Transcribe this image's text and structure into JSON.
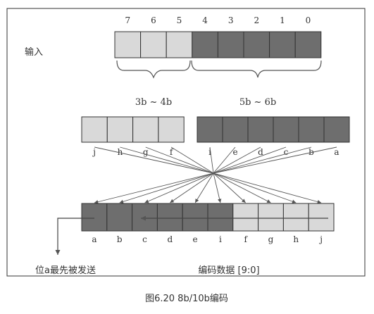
{
  "input_label": "输入",
  "input_bit_numbers": [
    "7",
    "6",
    "5",
    "4",
    "3",
    "2",
    "1",
    "0"
  ],
  "group_label_left": "3b ~ 4b",
  "group_label_right": "5b ~ 6b",
  "middle_bit_letters_left": [
    "j",
    "h",
    "g",
    "f"
  ],
  "middle_bit_letters_right": [
    "i",
    "e",
    "d",
    "c",
    "b",
    "a"
  ],
  "output_bit_letters": [
    "a",
    "b",
    "c",
    "d",
    "e",
    "i",
    "f",
    "g",
    "h",
    "j"
  ],
  "first_sent_label": "位a最先被发送",
  "encoded_label": "编码数据 [9:0]",
  "caption": "图6.20    8b/10b编码",
  "colors": {
    "dark_cell": "#6e6e6e",
    "light_cell": "#d9d9d9",
    "frame": "#333333",
    "line": "#555555"
  }
}
